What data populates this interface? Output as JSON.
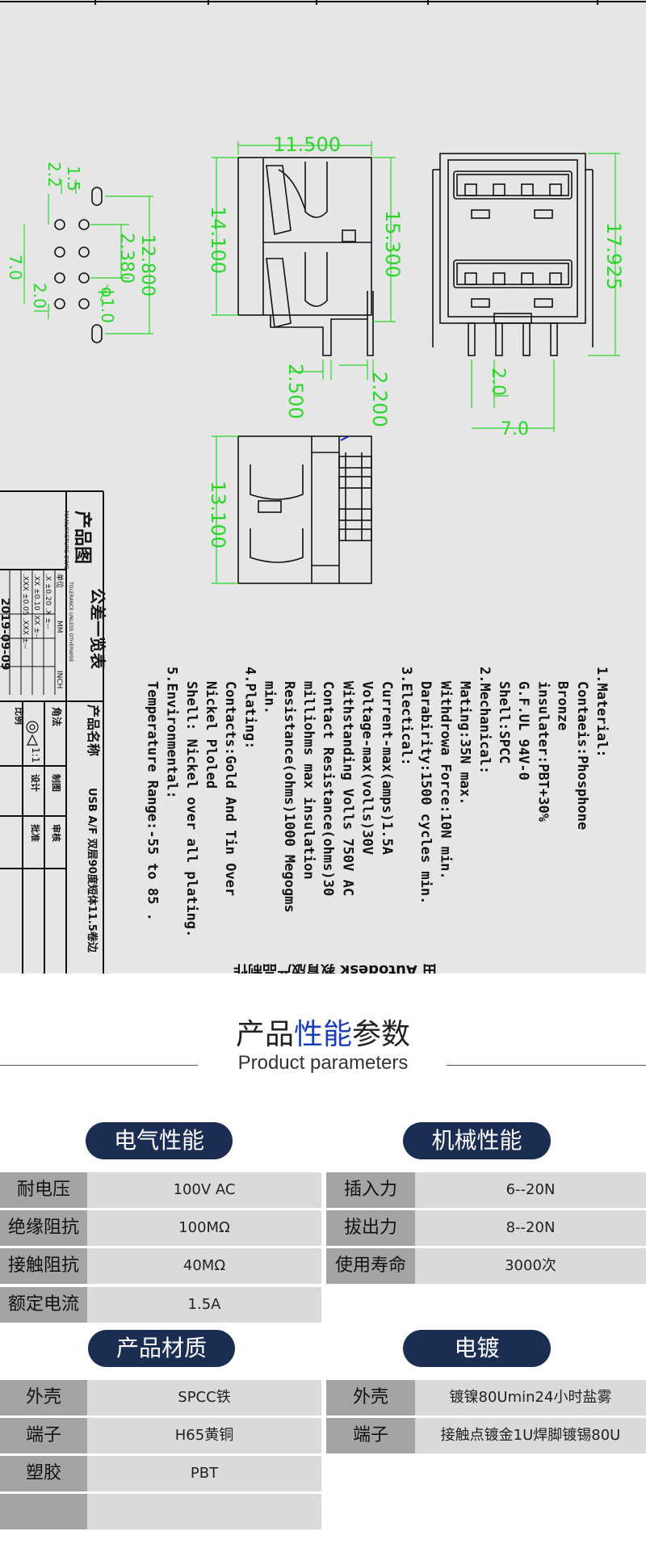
{
  "drawing": {
    "dimensions": {
      "pin_1_5": "1.5",
      "pin_2_2": "2.2",
      "pin_12_800": "12.800",
      "pin_2_380": "2.380",
      "pin_7_0": "7.0",
      "pin_2_0": "2.0",
      "pin_phi_1_0": "ϕ1.0",
      "side_11_500": "11.500",
      "side_14_100": "14.100",
      "side_15_300": "15.300",
      "side_2_500": "2.500",
      "side_2_200": "2.200",
      "front_17_925": "17.925",
      "front_2_0": "2.0",
      "front_7_0": "7.0",
      "top_13_100": "13.100"
    },
    "notes": [
      "1.Material:",
      "Contaeis:Phosphone",
      "Bronze",
      "insulater:PBT+30%",
      "G.F.UL    94V-0",
      "Shell:SPCC",
      "2.Mechanical:",
      "Mating:35N max.",
      "Withdrowa Force:10N min.",
      "Darabirity:1500 cycles min.",
      "3.Electical:",
      "Current-max(amps)1.5A",
      "Voltage-max(volls)30V",
      "Withstanding Volls 750V AC",
      "Contact Resistance(ohms)30",
      "milliohms max insulation",
      "Resistance(ohms)1000 Megogms",
      "min.",
      "4.Plating:",
      "Contacts:Gold And Tin Over",
      "Nickel Ploled",
      "Shell: Nickel over all plating.",
      "5.Environmental:",
      "Temperature Range:-55 to 85  ."
    ],
    "title_block": {
      "drawing_title": "产品图",
      "drawing_title_en": "MANUFACTURE DWG",
      "tolerance_title": "公差一览表",
      "tolerance_title_en": "TOLERANCE UNLESS OTHERWISE",
      "unit_label": "单位",
      "unit_mm": "MM",
      "unit_inch": "INCH",
      "tol_rows": [
        ".X  ±0.20  .X  ±--",
        ".XX ±0.10  .XX ±--",
        ".XXX ±0.05 .XXX ±--"
      ],
      "product_name_label": "产品名称",
      "product_name": "USB A/F 双层90度短体11.5卷边",
      "scale_label": "比例",
      "scale": "1:1",
      "view_label": "角法",
      "draw_label": "制图",
      "design_label": "设计",
      "check_label": "审核",
      "approve_label": "批准",
      "date": "2019-09-09"
    },
    "watermark": "由 Autodesk 教育版产品制作"
  },
  "parameters": {
    "title_part1": "产品",
    "title_highlight": "性能",
    "title_part2": "参数",
    "subtitle": "Product parameters",
    "electrical": {
      "heading": "电气性能",
      "rows": [
        {
          "key": "耐电压",
          "value": "100V  AC"
        },
        {
          "key": "绝缘阻抗",
          "value": "100MΩ"
        },
        {
          "key": "接触阻抗",
          "value": "40MΩ"
        },
        {
          "key": "额定电流",
          "value": "1.5A"
        }
      ]
    },
    "mechanical": {
      "heading": "机械性能",
      "rows": [
        {
          "key": "插入力",
          "value": "6--20N"
        },
        {
          "key": "拔出力",
          "value": "8--20N"
        },
        {
          "key": "使用寿命",
          "value": "3000次"
        }
      ]
    },
    "material": {
      "heading": "产品材质",
      "rows": [
        {
          "key": "外壳",
          "value": "SPCC铁"
        },
        {
          "key": "端子",
          "value": "H65黄铜"
        },
        {
          "key": "塑胶",
          "value": "PBT"
        },
        {
          "key": "",
          "value": ""
        }
      ]
    },
    "plating": {
      "heading": "电镀",
      "rows": [
        {
          "key": "外壳",
          "value": "镀镍80Umin24小时盐雾"
        },
        {
          "key": "端子",
          "value": "接触点镀金1U焊脚镀锡80U"
        }
      ]
    }
  },
  "colors": {
    "dimension": "#2bd52b",
    "drawing_bg": "#e6e6e6",
    "pill": "#1c2d54",
    "title_highlight": "#1c3fb5",
    "key_cell": "#a4a4a4",
    "value_cell": "#dadada"
  }
}
